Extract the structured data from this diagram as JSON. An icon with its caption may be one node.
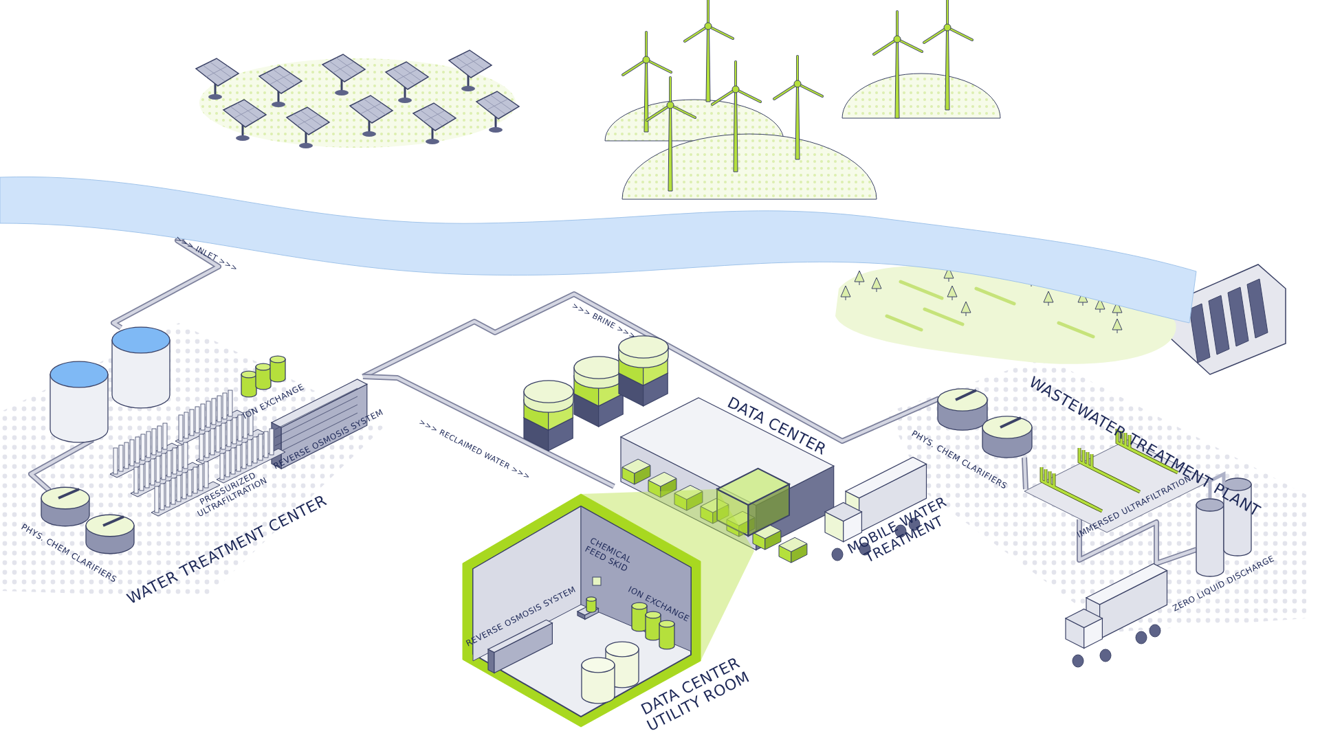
{
  "diagram": {
    "nodes": [
      {
        "text": [],
        "shape": "picture"
      },
      {
        "text": [],
        "shape": "picture"
      },
      {
        "text": [],
        "shape": "picture"
      },
      {
        "text": [],
        "shape": "picture"
      },
      {
        "text": [],
        "shape": "picture"
      },
      {
        "text": [],
        "shape": "picture"
      },
      {
        "text": [],
        "shape": "picture"
      },
      {
        "text": [],
        "shape": "picture"
      }
    ],
    "edges": [
      {
        "from": 0,
        "to": 1,
        "arrow": "none"
      },
      {
        "from": 1,
        "to": 2,
        "arrow": "none"
      },
      {
        "from": 3,
        "to": 5,
        "arrow": "none"
      },
      {
        "from": 3,
        "to": 4,
        "arrow": "none"
      },
      {
        "from": 5,
        "to": 6,
        "arrow": "none"
      },
      {
        "from": 6,
        "to": 7,
        "arrow": "none"
      }
    ],
    "labels": [
      ">>> INLET >>>",
      "ION EXCHANGE",
      "REVERSE OSMOSIS SYSTEM",
      "PRESSURIZED ULTRAFILTRATION",
      "PHYS. CHEM CLARIFIERS",
      "WATER TREATMENT CENTER",
      ">>> BRINE >>>",
      ">>> RECLAIMED WATER >>>",
      "DATA CENTER",
      "CHEMICAL FEED SKID",
      "REVERSE OSMOSIS SYSTEM",
      "ION EXCHANGE",
      "DATA CENTER UTILITY ROOM",
      "MOBILE WATER TREATMENT",
      "WASTEWATER TREATMENT PLANT",
      "PHYS. CHEM CLARIFIERS",
      "IMMERSED ULTRAFILTRATION",
      "ZERO LIQUID DISCHARGE"
    ]
  }
}
